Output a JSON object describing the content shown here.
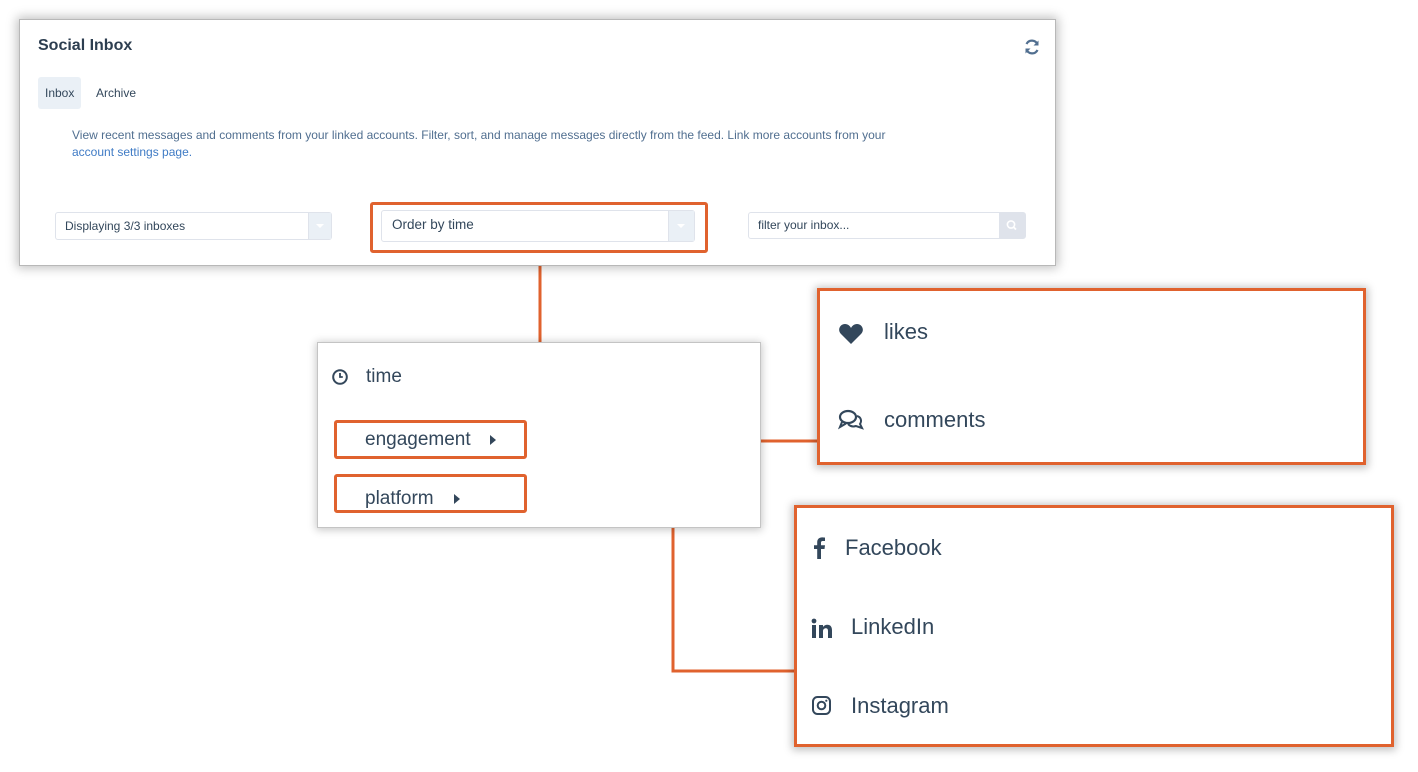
{
  "inbox": {
    "title": "Social Inbox",
    "refresh_icon": "refresh-icon",
    "tabs": [
      {
        "label": "Inbox",
        "active": true
      },
      {
        "label": "Archive",
        "active": false
      }
    ],
    "description": "View recent messages and comments from your linked accounts. Filter, sort, and manage messages directly from the feed. Link more accounts from your",
    "description_link": "account settings page.",
    "inbox_select": "Displaying 3/3 inboxes",
    "order_select": "Order by time",
    "search_placeholder": "filter your inbox..."
  },
  "order_menu": {
    "items": [
      {
        "label": "time",
        "icon": "clock-icon"
      },
      {
        "label": "engagement",
        "icon": "caret-right-icon"
      },
      {
        "label": "platform",
        "icon": "caret-right-icon"
      }
    ]
  },
  "engagement_menu": {
    "items": [
      {
        "label": "likes",
        "icon": "heart-icon"
      },
      {
        "label": "comments",
        "icon": "comments-icon"
      }
    ]
  },
  "platform_menu": {
    "items": [
      {
        "label": "Facebook",
        "icon": "facebook-icon"
      },
      {
        "label": "LinkedIn",
        "icon": "linkedin-icon"
      },
      {
        "label": "Instagram",
        "icon": "instagram-icon"
      }
    ]
  },
  "colors": {
    "highlight": "#e0622e",
    "text": "#33475b",
    "link": "#3f7bc5"
  }
}
